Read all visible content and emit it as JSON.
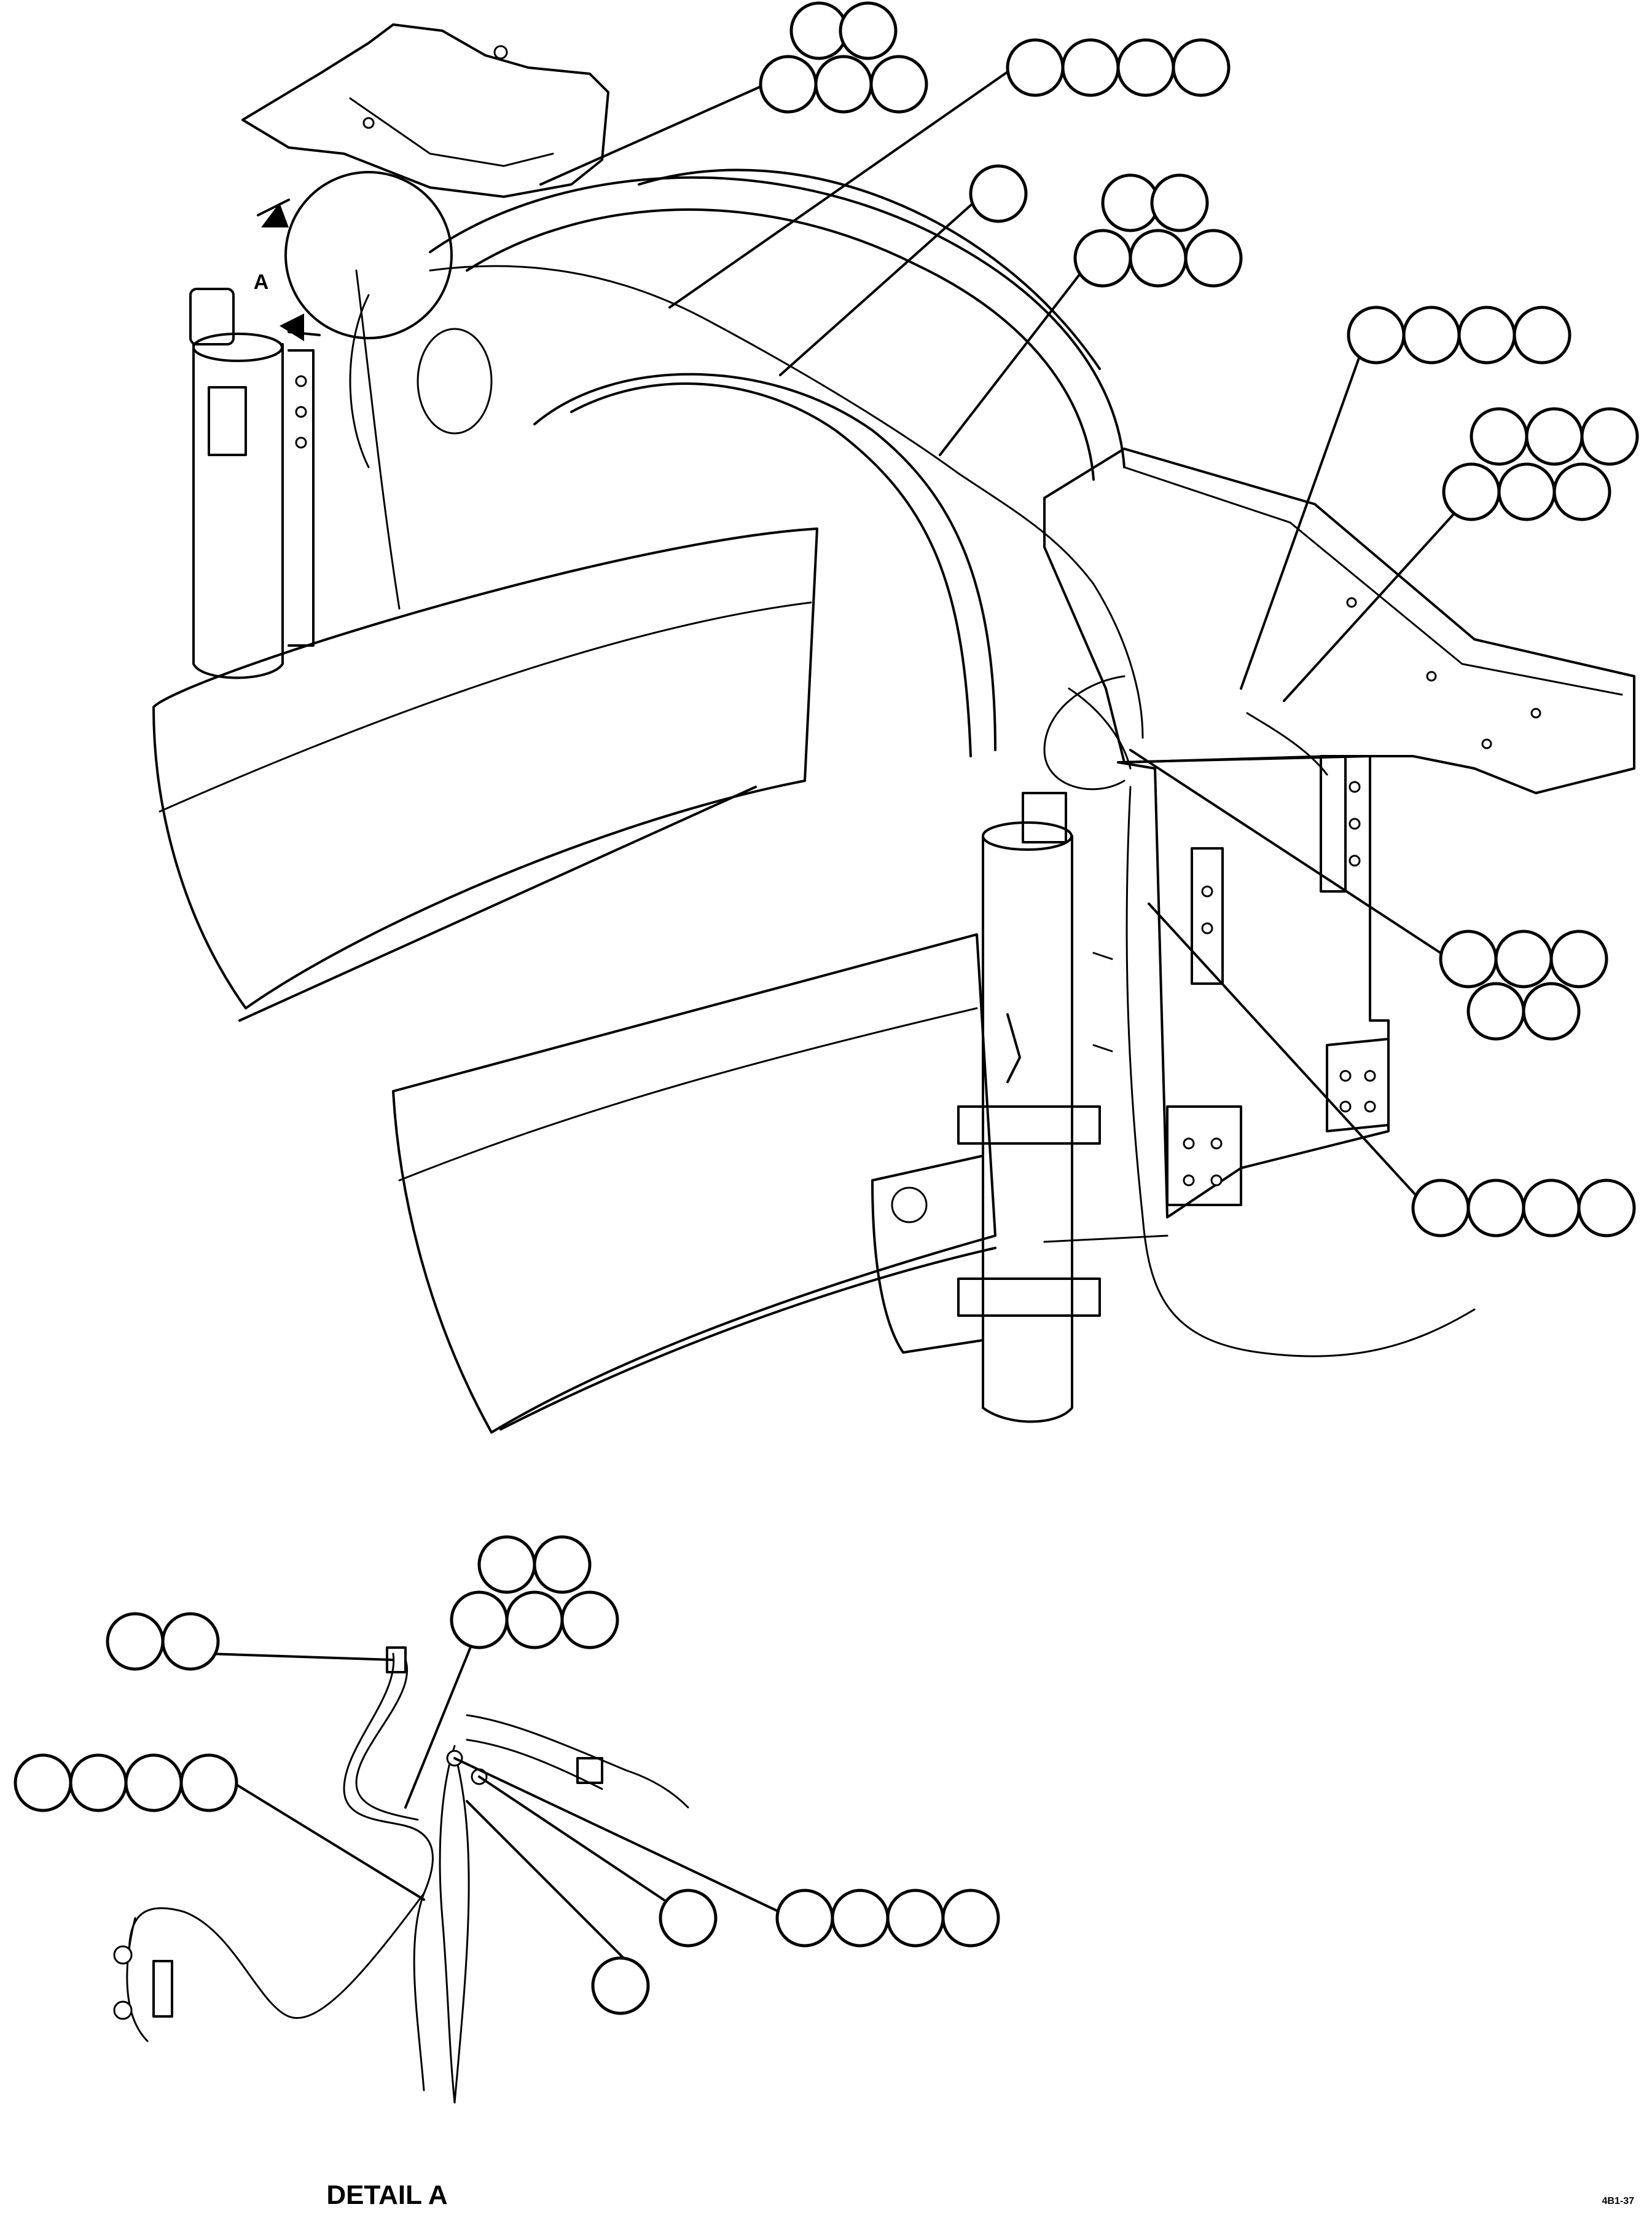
{
  "diagram": {
    "detail_marker_label": "A",
    "detail_caption": "DETAIL A",
    "sheet_code": "4B1-37",
    "callout_groups": [
      {
        "id": "g1",
        "count": 5,
        "region": "main-top"
      },
      {
        "id": "g2",
        "count": 4,
        "region": "main-top"
      },
      {
        "id": "g3",
        "count": 1,
        "region": "main-top"
      },
      {
        "id": "g4",
        "count": 5,
        "region": "main-top"
      },
      {
        "id": "g5",
        "count": 4,
        "region": "main-right"
      },
      {
        "id": "g6",
        "count": 6,
        "region": "main-right"
      },
      {
        "id": "g7",
        "count": 5,
        "region": "main-right"
      },
      {
        "id": "g8",
        "count": 4,
        "region": "main-right"
      },
      {
        "id": "g9",
        "count": 5,
        "region": "detail-a"
      },
      {
        "id": "g10",
        "count": 2,
        "region": "detail-a"
      },
      {
        "id": "g11",
        "count": 4,
        "region": "detail-a"
      },
      {
        "id": "g12",
        "count": 1,
        "region": "detail-a"
      },
      {
        "id": "g13",
        "count": 1,
        "region": "detail-a"
      },
      {
        "id": "g14",
        "count": 4,
        "region": "detail-a"
      }
    ]
  }
}
